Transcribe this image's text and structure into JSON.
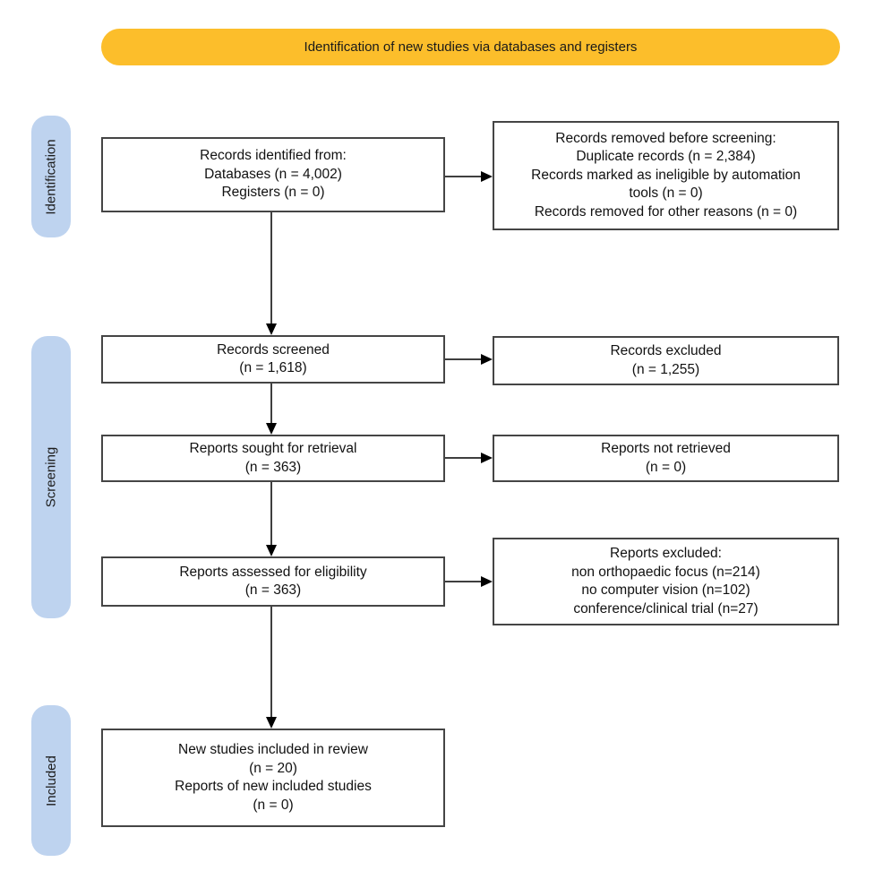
{
  "banner": {
    "label": "Identification of new studies via databases and registers"
  },
  "stages": {
    "identification": "Identification",
    "screening": "Screening",
    "included": "Included"
  },
  "boxes": {
    "records_identified": "Records identified from:\nDatabases (n = 4,002)\nRegisters (n = 0)",
    "records_removed": "Records removed before screening:\nDuplicate records (n = 2,384)\nRecords marked as ineligible by automation\ntools (n = 0)\nRecords removed for other reasons (n = 0)",
    "records_screened": "Records screened\n(n = 1,618)",
    "records_excluded": "Records excluded\n(n = 1,255)",
    "reports_sought": "Reports sought for retrieval\n(n = 363)",
    "reports_not_retrieved": "Reports not retrieved\n(n = 0)",
    "reports_assessed": "Reports assessed for eligibility\n(n = 363)",
    "reports_excluded": "Reports excluded:\nnon orthopaedic focus (n=214)\nno computer vision (n=102)\nconference/clinical trial (n=27)",
    "new_studies_included": "New studies included in review\n(n = 20)\nReports of new included studies\n(n = 0)"
  },
  "colors": {
    "banner_bg": "#FCBE2B",
    "stage_bg": "#BED3EF",
    "box_border": "#454545",
    "arrow": "#3F3F3F"
  }
}
